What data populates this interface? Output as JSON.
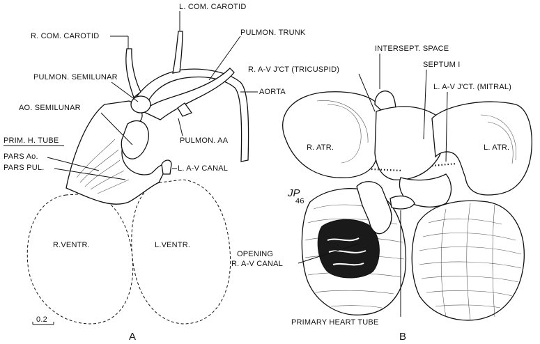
{
  "panel_a": {
    "letter": "A",
    "labels": {
      "l_com_carotid": "L. COM. CAROTID",
      "r_com_carotid": "R. COM. CAROTID",
      "pulmon_trunk": "PULMON. TRUNK",
      "pulmon_semilunar": "PULMON. SEMILUNAR",
      "aorta": "AORTA",
      "ao_semilunar": "AO. SEMILUNAR",
      "prim_h_tube": "PRIM. H. TUBE",
      "pars_ao": "PARS Ao.",
      "pars_pul": "PARS PUL.",
      "pulmon_aa": "PULMON. AA",
      "l_av_canal": "L. A-V CANAL",
      "r_ventr": "R.VENTR.",
      "l_ventr": "L.VENTR."
    },
    "scale_label": "0.2"
  },
  "panel_b": {
    "letter": "B",
    "labels": {
      "intersept_space": "INTERSEPT. SPACE",
      "r_av_jct": "R. A-V J'CT (TRICUSPID)",
      "septum_i": "SEPTUM I",
      "l_av_jct": "L. A-V J'CT. (MITRAL)",
      "r_atr": "R. ATR.",
      "l_atr": "L. ATR.",
      "monogram": "JP",
      "monogram_year": "46",
      "opening_1": "OPENING",
      "opening_2": "R. A-V CANAL",
      "primary_heart_tube": "PRIMARY HEART TUBE"
    }
  }
}
